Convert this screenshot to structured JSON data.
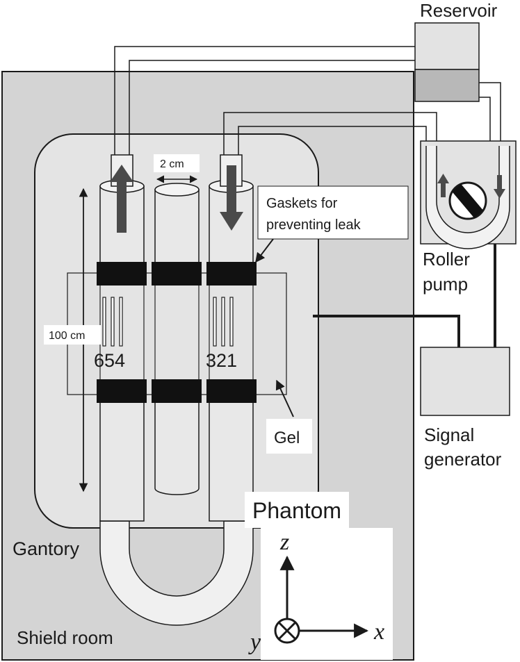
{
  "labels": {
    "reservoir": "Reservoir",
    "roller_pump_line1": "Roller",
    "roller_pump_line2": "pump",
    "signal_generator_line1": "Signal",
    "signal_generator_line2": "generator",
    "gaskets_line1": "Gaskets for",
    "gaskets_line2": "preventing leak",
    "gel": "Gel",
    "phantom": "Phantom",
    "gantory": "Gantory",
    "shield_room": "Shield room",
    "tube_spacing": "2 cm",
    "length": "100 cm",
    "electrodes_left": "654",
    "electrodes_right": "321"
  },
  "axes": {
    "z": "z",
    "x": "x",
    "y": "y"
  },
  "colors": {
    "shield_room": "#d4d4d4",
    "gantory": "#e4e4e4",
    "tube_fill": "#e8e8e8",
    "gasket": "#111111",
    "flow_arrow": "#4a4a4a",
    "line": "#1a1a1a"
  }
}
